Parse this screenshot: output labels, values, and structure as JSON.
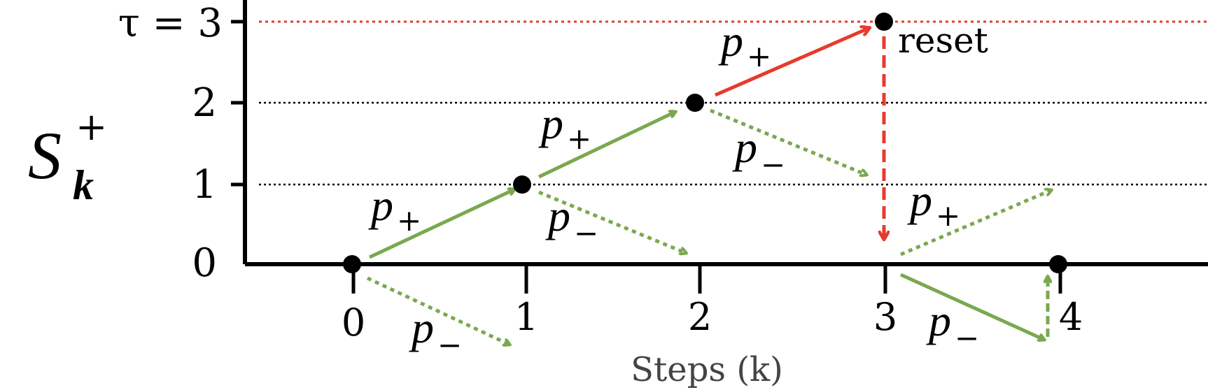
{
  "y_axis": {
    "symbol": "S",
    "superscript": "+",
    "subscript": "k",
    "tick_labels": [
      "0",
      "1",
      "2"
    ],
    "threshold_label": "τ = 3"
  },
  "x_axis": {
    "tick_labels": [
      "0",
      "1",
      "2",
      "3",
      "4"
    ],
    "title": "Steps (k)"
  },
  "labels": {
    "p": "p",
    "plus": "+",
    "minus": "−",
    "reset": "reset"
  },
  "colors": {
    "up_arrow": "#7aa84f",
    "down_arrow": "#7aa84f",
    "reset_arrow": "#e63b2e",
    "threshold_line": "#e63b2e",
    "grid_line": "#000000",
    "node": "#000000"
  }
}
